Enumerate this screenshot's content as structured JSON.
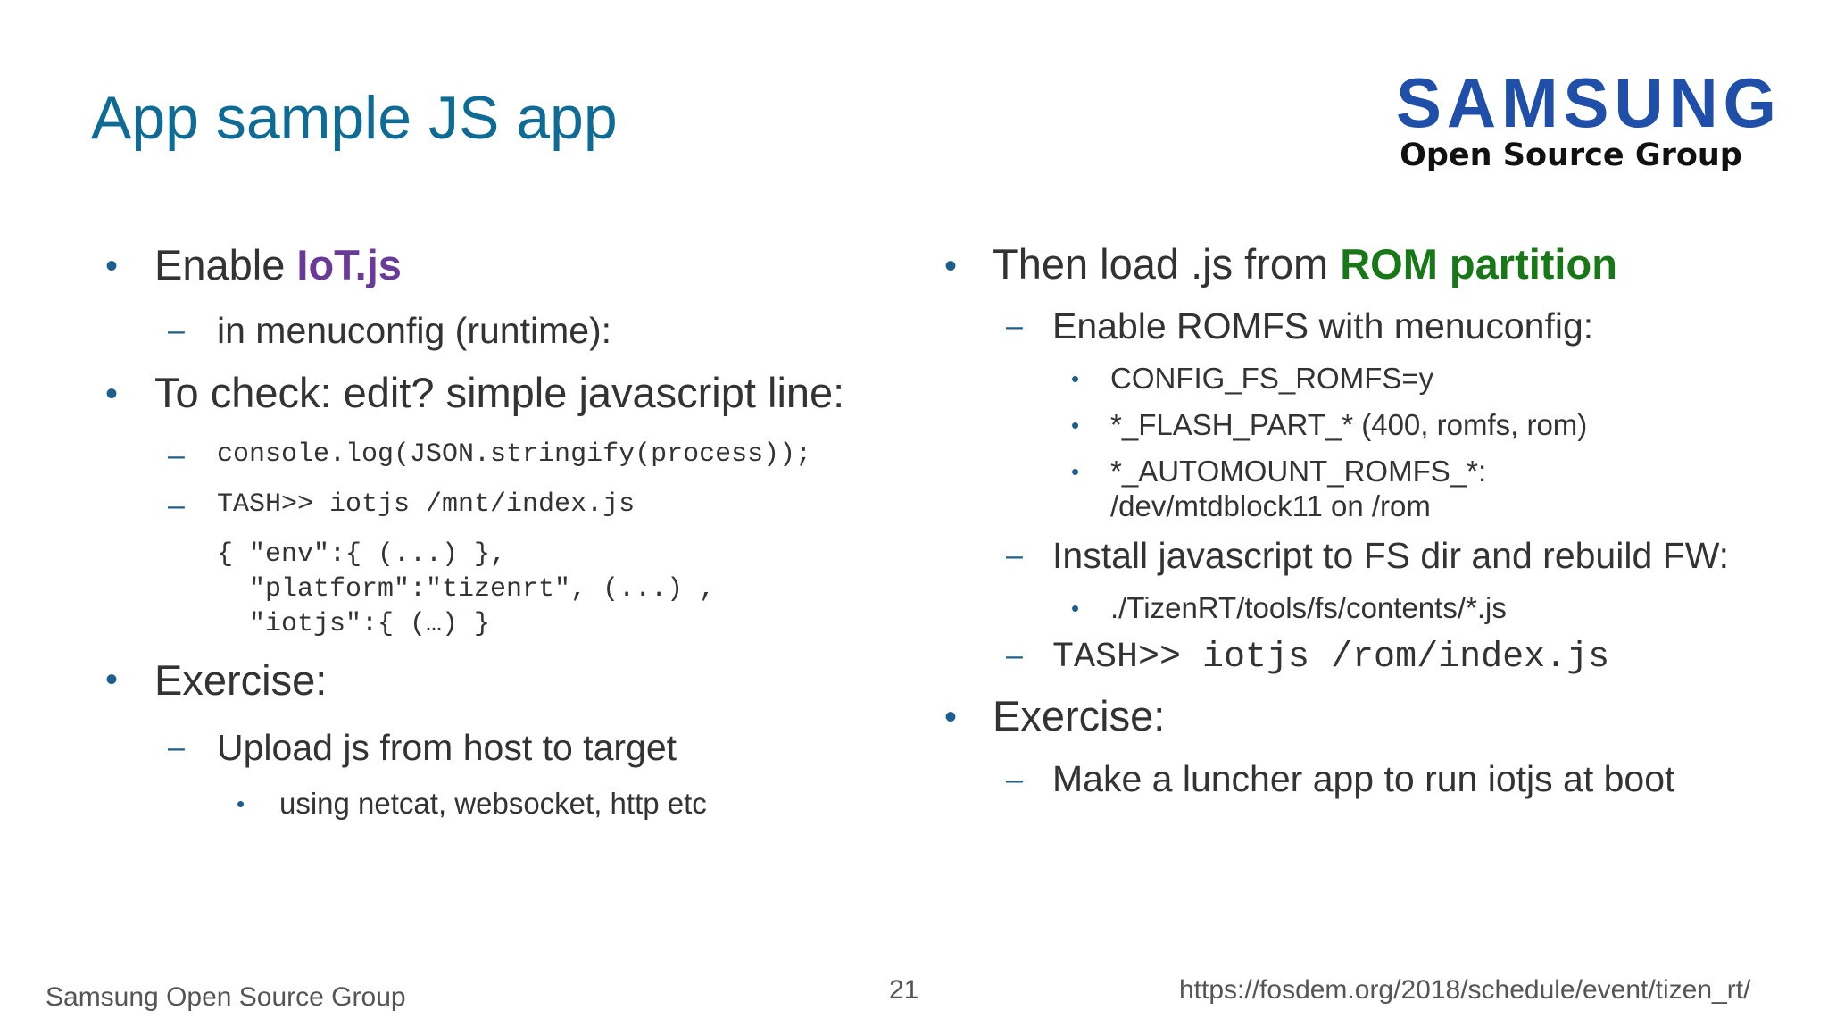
{
  "slide": {
    "title": "App sample JS app",
    "logo": {
      "brand": "SAMSUNG",
      "subtitle": "Open Source Group",
      "brand_color": "#1f4fa8"
    },
    "left": {
      "enable_prefix": "Enable ",
      "enable_highlight": "IoT.js",
      "menuconfig": "in menuconfig (runtime):",
      "check": "To check: edit? simple javascript line:",
      "code1": "console.log(JSON.stringify(process));",
      "code2": "TASH>> iotjs /mnt/index.js",
      "out1": "{ \"env\":{ (...) },",
      "out2": "  \"platform\":\"tizenrt\", (...) ,",
      "out3": "  \"iotjs\":{ (…) }",
      "exercise": "Exercise:",
      "upload": "Upload js from host to target",
      "using": "using netcat, websocket, http etc"
    },
    "right": {
      "load_prefix": "Then load .js from ",
      "load_highlight": "ROM partition",
      "romfs": "Enable ROMFS with menuconfig:",
      "cfg1": "CONFIG_FS_ROMFS=y",
      "cfg2": "*_FLASH_PART_* (400, romfs, rom)",
      "cfg3a": "*_AUTOMOUNT_ROMFS_*:",
      "cfg3b": "/dev/mtdblock11 on /rom",
      "install": "Install javascript to FS dir and rebuild FW:",
      "path": "./TizenRT/tools/fs/contents/*.js",
      "tash": "TASH>> iotjs /rom/index.js",
      "exercise": "Exercise:",
      "luncher": "Make a luncher app to run iotjs at boot"
    },
    "colors": {
      "title": "#0e6b96",
      "iot": "#6a3a98",
      "rom": "#187818",
      "bullet": "#1c5f8e"
    }
  },
  "footer": {
    "org": "Samsung Open Source Group",
    "page": "21",
    "url": "https://fosdem.org/2018/schedule/event/tizen_rt/"
  }
}
